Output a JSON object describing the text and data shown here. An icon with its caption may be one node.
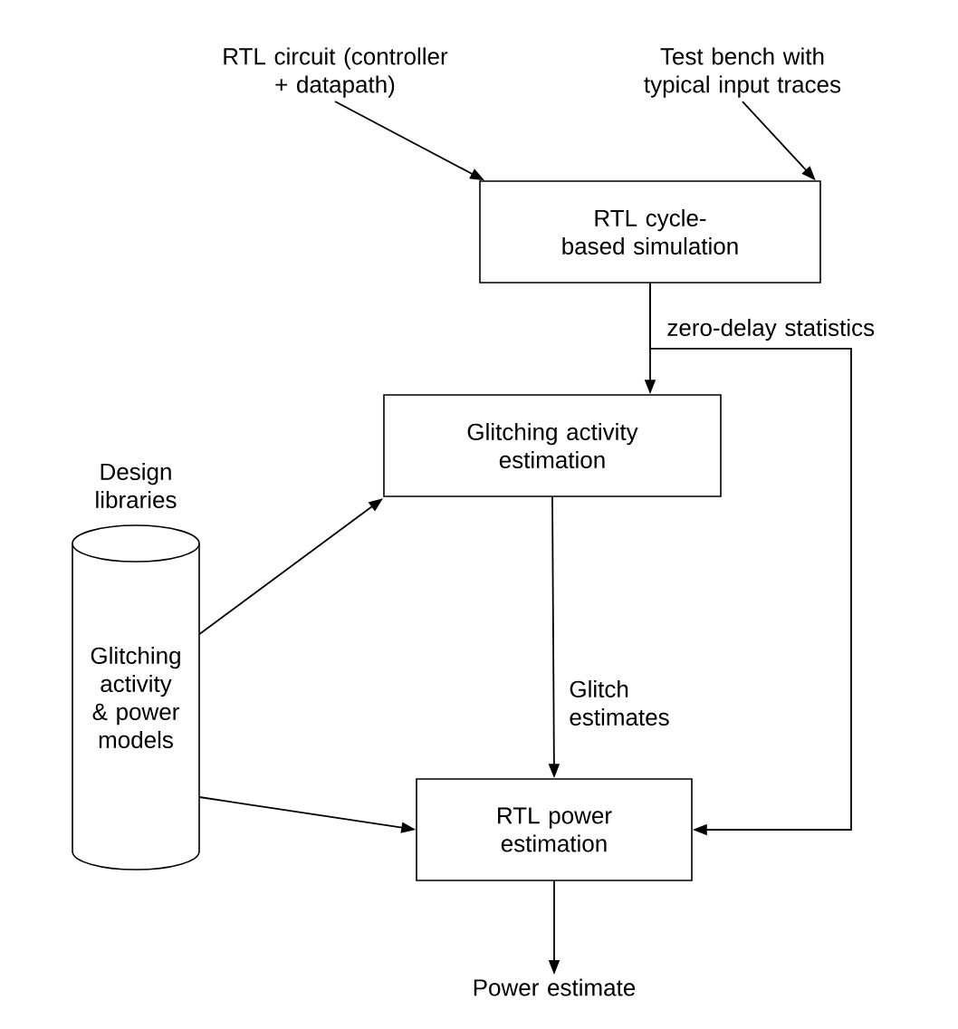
{
  "diagram": {
    "nodes": [
      {
        "text": [
          "RTL circuit (controller + datapath)"
        ]
      },
      {
        "text": [
          "Test bench with typical input traces"
        ]
      },
      {
        "text": [
          "RTL cycle-based simulation"
        ]
      },
      {
        "text": [
          "Glitching activity estimation"
        ]
      },
      {
        "text": [
          "Design libraries",
          "Glitching activity & power models"
        ]
      },
      {
        "text": [
          "RTL power estimation"
        ]
      },
      {
        "text": [
          "Power estimate"
        ]
      }
    ],
    "edges": [
      {
        "from": 0,
        "to": 2,
        "arrow": "to"
      },
      {
        "from": 1,
        "to": 2,
        "arrow": "to"
      },
      {
        "from": 2,
        "to": 3,
        "arrow": "to",
        "label": "zero-delay statistics"
      },
      {
        "from": 2,
        "to": 5,
        "arrow": "to"
      },
      {
        "from": 4,
        "to": 3,
        "arrow": "to"
      },
      {
        "from": 4,
        "to": 5,
        "arrow": "to"
      },
      {
        "from": 3,
        "to": 5,
        "arrow": "to",
        "label": "Glitch estimates"
      },
      {
        "from": 5,
        "to": 6,
        "arrow": "to"
      }
    ]
  }
}
